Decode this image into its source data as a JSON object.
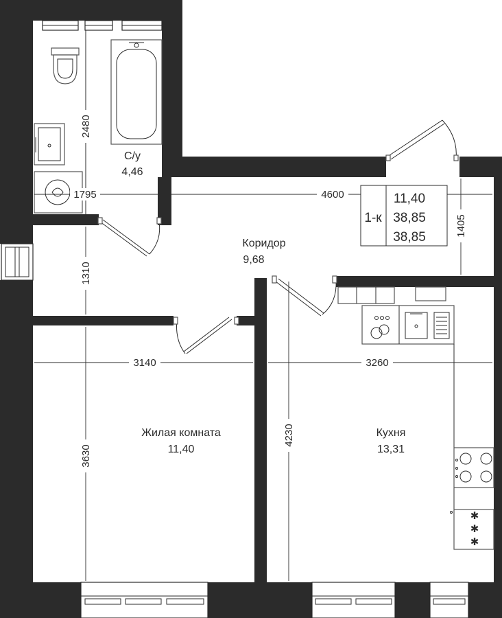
{
  "plan": {
    "rooms": {
      "bathroom": {
        "name": "С/у",
        "area": "4,46"
      },
      "corridor": {
        "name": "Коридор",
        "area": "9,68"
      },
      "living_room": {
        "name": "Жилая комната",
        "area": "11,40"
      },
      "kitchen": {
        "name": "Кухня",
        "area": "13,31"
      }
    },
    "dimensions": {
      "bath_height": "2480",
      "bath_width": "1795",
      "corridor_width": "4600",
      "corridor_depth": "1310",
      "right_depth": "1405",
      "living_width": "3140",
      "kitchen_width": "3260",
      "living_depth": "3630",
      "kitchen_depth": "4230"
    },
    "info_box": {
      "type": "1-к",
      "living_area": "11,40",
      "total_area": "38,85",
      "total_area_2": "38,85"
    }
  }
}
